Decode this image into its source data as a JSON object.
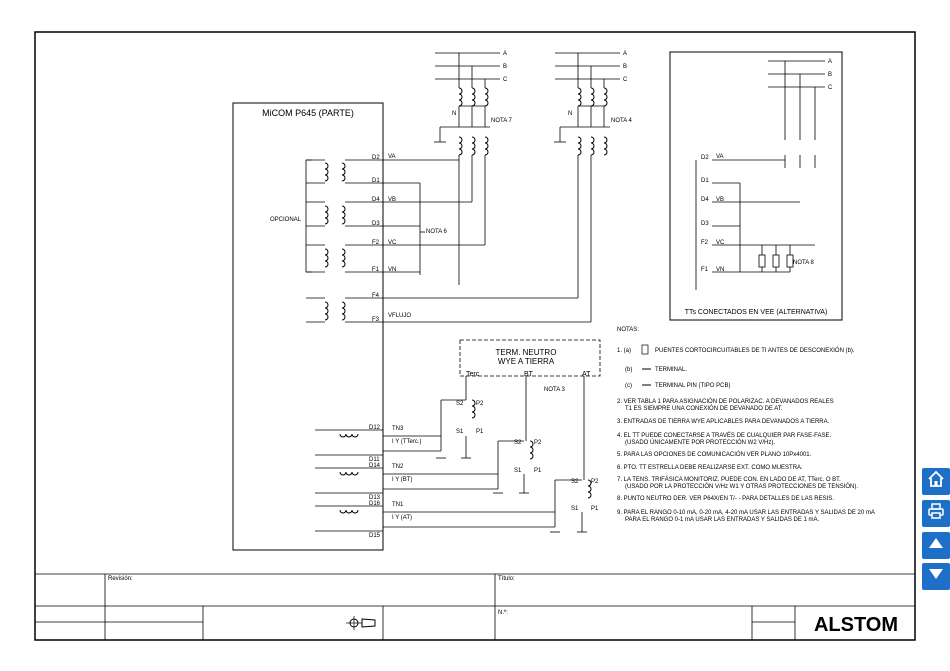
{
  "relay": {
    "title": "MiCOM P645 (PARTE)"
  },
  "phases": {
    "a": "A",
    "b": "B",
    "c": "C",
    "n": "N"
  },
  "terminals": {
    "d2": "D2",
    "d1": "D1",
    "d4": "D4",
    "d3": "D3",
    "f2": "F2",
    "f1": "F1",
    "f4": "F4",
    "f3": "F3",
    "d12": "D12",
    "d11": "D11",
    "d14": "D14",
    "d13": "D13",
    "d16": "D16",
    "d15": "D15"
  },
  "inputs": {
    "va": "VA",
    "vb": "VB",
    "vc": "VC",
    "vn": "VN",
    "vflujo": "VFLUJO",
    "tn3": "TN3",
    "tn2": "TN2",
    "tn1": "TN1",
    "iy_terc": "I Y (TTerc.)",
    "iy_bt": "I Y (BT)",
    "iy_at": "I Y (AT)"
  },
  "labels": {
    "opcional": "OPCIONAL",
    "nota7": "NOTA 7",
    "nota4": "NOTA 4",
    "nota6": "NOTA 6",
    "nota3": "NOTA 3",
    "nota8": "NOTA 8",
    "term_neutro_1": "TERM. NEUTRO",
    "term_neutro_2": "WYE A TIERRA",
    "terc": "Terc",
    "bt": "BT",
    "at": "AT",
    "vee_caption": "TTs CONECTADOS EN VEE (ALTERNATIVA)",
    "s1": "S1",
    "s2": "S2",
    "p1": "P1",
    "p2": "P2"
  },
  "notes": {
    "title": "NOTAS:",
    "n1a_key": "1. (a)",
    "n1a": "PUENTES CORTOCIRCUITABLES DE TI ANTES DE DESCONEXIÓN (b).",
    "n1b_key": "(b)",
    "n1b": "TERMINAL.",
    "n1c_key": "(c)",
    "n1c": "TERMINAL PIN (TIPO PCB)",
    "n2a": "2. VER TABLA 1 PARA ASIGNACIÓN DE POLARIZAC. A DEVANADOS REALES",
    "n2b": "T1 ES SIEMPRE UNA CONEXIÓN DE DEVANADO DE AT.",
    "n3": "3. ENTRADAS DE TIERRA WYE APLICABLES PARA DEVANADOS A TIERRA.",
    "n4a": "4. EL TT PUEDE CONECTARSE A TRAVÉS DE CUALQUIER PAR FASE-FASE.",
    "n4b": "(USADO ÚNICAMENTE POR PROTECCIÓN W2 V/Hz).",
    "n5": "5. PARA LAS OPCIONES DE COMUNICACIÓN VER PLANO 10Px4001.",
    "n6": "6. PTO. TT ESTRELLA DEBE REALIZARSE EXT. COMO MUESTRA.",
    "n7a": "7. LA TENS. TRIFÁSICA MONITORIZ. PUEDE CON. EN LADO DE AT, TTerc. O BT.",
    "n7b": "(USADO POR LA PROTECCIÓN V/Hz W1 Y OTRAS PROTECCIONES DE TENSIÓN).",
    "n8": "8. PUNTO NEUTRO DER. VER P64X/EN T/- - PARA DETALLES DE LAS RESIS.",
    "n9a": "9. PARA EL RANGO 0-10 mA, 0-20 mA, 4-20 mA USAR LAS ENTRADAS Y SALIDAS DE 20 mA",
    "n9b": "PARA EL RANGO 0-1 mA USAR LAS ENTRADAS Y SALIDAS DE 1 mA."
  },
  "title_block": {
    "revision": "Revisión:",
    "titulo": "Título:",
    "numero": "N.º:",
    "logo": "ALSTOM"
  },
  "nav": {
    "home": "home-icon",
    "print": "print-icon",
    "up": "arrow-up-icon",
    "down": "arrow-down-icon",
    "color": "#1e6fc8"
  }
}
